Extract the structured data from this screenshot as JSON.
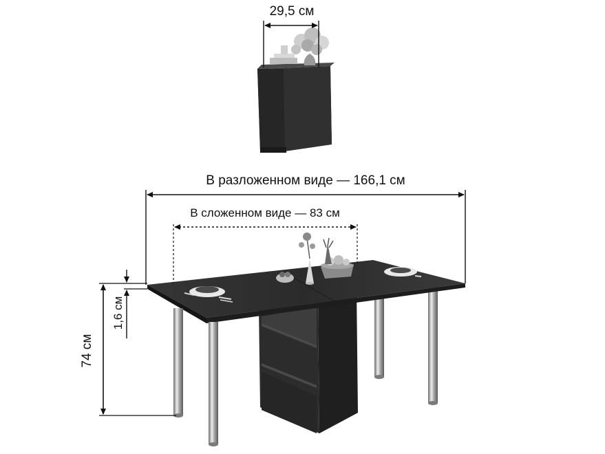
{
  "dimensions": {
    "folded_depth": "29,5 см",
    "unfolded_width": "В разложенном виде — 166,1 см",
    "folded_width": "В сложенном виде — 83 см",
    "height": "74 см",
    "top_thickness": "1,6 см"
  },
  "colors": {
    "wood_top": "#2a2a2a",
    "wood_side": "#1c1c1c",
    "wood_face": "#3a3a3a",
    "chrome": "#b8b8b8",
    "line": "#111111"
  }
}
